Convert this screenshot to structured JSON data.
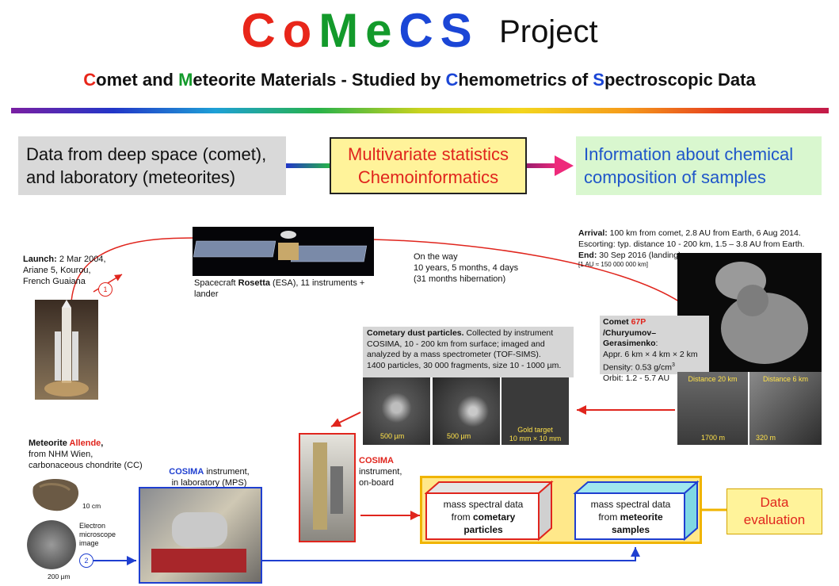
{
  "title": {
    "letters": [
      {
        "ch": "C",
        "color": "#e8261a"
      },
      {
        "ch": "o",
        "color": "#e8261a"
      },
      {
        "ch": "M",
        "color": "#139a2b"
      },
      {
        "ch": "e",
        "color": "#139a2b"
      },
      {
        "ch": "C",
        "color": "#1b46d6"
      },
      {
        "ch": "S",
        "color": "#1b46d6"
      }
    ],
    "project": "Project"
  },
  "subtitle": {
    "parts": [
      {
        "text": "C",
        "color": "#e8261a"
      },
      {
        "text": "omet and ",
        "color": "#111111"
      },
      {
        "text": "M",
        "color": "#139a2b"
      },
      {
        "text": "eteorite Materials - Studied by ",
        "color": "#111111"
      },
      {
        "text": "C",
        "color": "#1b46d6"
      },
      {
        "text": "hemometrics of ",
        "color": "#111111"
      },
      {
        "text": "S",
        "color": "#1b46d6"
      },
      {
        "text": "pectroscopic Data",
        "color": "#111111"
      }
    ]
  },
  "flow": {
    "box1_line1": "Data from deep space (comet),",
    "box1_line2": "and laboratory (meteorites)",
    "box2_line1": "Multivariate statistics",
    "box2_line2": "Chemoinformatics",
    "box3_line1": "Information about chemical",
    "box3_line2": "composition of samples"
  },
  "launch": {
    "label_bold": "Launch:",
    "date": " 2 Mar 2004,",
    "line2": "Ariane 5, Kourou,",
    "line3": "French Guaiana"
  },
  "rosetta": {
    "pre": "Spacecraft ",
    "bold": "Rosetta",
    "post": " (ESA), 11 instruments + lander"
  },
  "on_the_way": {
    "l1": "On the way",
    "l2": "10 years, 5 months, 4 days",
    "l3": "(31 months hibernation)"
  },
  "arrival": {
    "arrival_bold": "Arrival:",
    "arrival_text": " 100 km from comet, 2.8 AU from Earth, 6 Aug 2014.",
    "escort": "Escorting: typ. distance 10 - 200 km, 1.5 – 3.8 AU from Earth.",
    "end_bold": "End:",
    "end_text": " 30 Sep 2016 (landing).",
    "au_note": "[1 AU ≈ 150 000 000 km]"
  },
  "comet": {
    "pre": "Comet ",
    "red": "67P",
    "line2": "/Churyumov–Gerasimenko",
    "colon": ":",
    "size": "Appr. 6 km × 4 km × 2 km",
    "density": "Density: 0.53 g/cm",
    "density_sup": "3",
    "orbit": "Orbit: 1.2 - 5.7 AU",
    "dist1": "Distance 20 km",
    "dist2": "Distance 6 km",
    "scale1": "1700 m",
    "scale2": "320 m"
  },
  "dust": {
    "bold": "Cometary dust particles.",
    "t1": " Collected by instrument",
    "t2": "COSIMA, 10 - 200 km from surface; imaged and",
    "t3": "analyzed by a mass spectrometer (TOF-SIMS).",
    "t4": "1400 particles, 30 000 fragments, size 10 - 1000 µm.",
    "scale_a": "500 µm",
    "scale_b": "500 µm",
    "gold1": "Gold target",
    "gold2": "10 mm × 10 mm"
  },
  "cosima_onboard": {
    "red": "COSIMA",
    "l2": "instrument,",
    "l3": "on-board"
  },
  "meteorite": {
    "bold_pre": "Meteorite ",
    "red": "Allende",
    "comma": ",",
    "l2": "from NHM Wien,",
    "l3": "carbonaceous chondrite (CC)",
    "scale_cm": "10 cm",
    "em1": "Electron",
    "em2": "microscope",
    "em3": "image",
    "scale_um": "200 µm"
  },
  "cosima_lab": {
    "blue": "COSIMA",
    "post": " instrument,",
    "l2": "in laboratory (MPS)"
  },
  "circles": {
    "one": "1",
    "two": "2"
  },
  "cubes": {
    "c1_l1": "mass spectral data",
    "c1_l2_pre": "from ",
    "c1_l2_bold": "cometary",
    "c1_l3": "particles",
    "c2_l1": "mass spectral data",
    "c2_l2_pre": "from ",
    "c2_l2_bold": "meteorite",
    "c2_l3": "samples"
  },
  "evaluation": {
    "l1": "Data",
    "l2": "evaluation"
  },
  "colors": {
    "red": "#e0251d",
    "blue": "#1f3fd0",
    "yellow": "#fff39a",
    "orange": "#f0b400"
  }
}
